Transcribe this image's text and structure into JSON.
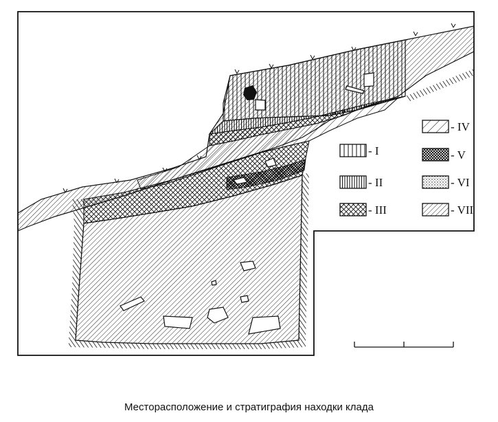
{
  "caption": "Месторасположение и стратиграфия находки клада",
  "legend": [
    {
      "id": "I",
      "label": "- I",
      "pattern": "vertical-sparse"
    },
    {
      "id": "II",
      "label": "- II",
      "pattern": "vertical-dense"
    },
    {
      "id": "III",
      "label": "- III",
      "pattern": "crosshatch"
    },
    {
      "id": "IV",
      "label": "- IV",
      "pattern": "diagonal-sparse"
    },
    {
      "id": "V",
      "label": "- V",
      "pattern": "crosshatch-dense"
    },
    {
      "id": "VI",
      "label": "- VI",
      "pattern": "dotted"
    },
    {
      "id": "VII",
      "label": "- VII",
      "pattern": "diagonal-dense"
    }
  ],
  "colors": {
    "ink": "#111111",
    "paper": "#ffffff"
  }
}
